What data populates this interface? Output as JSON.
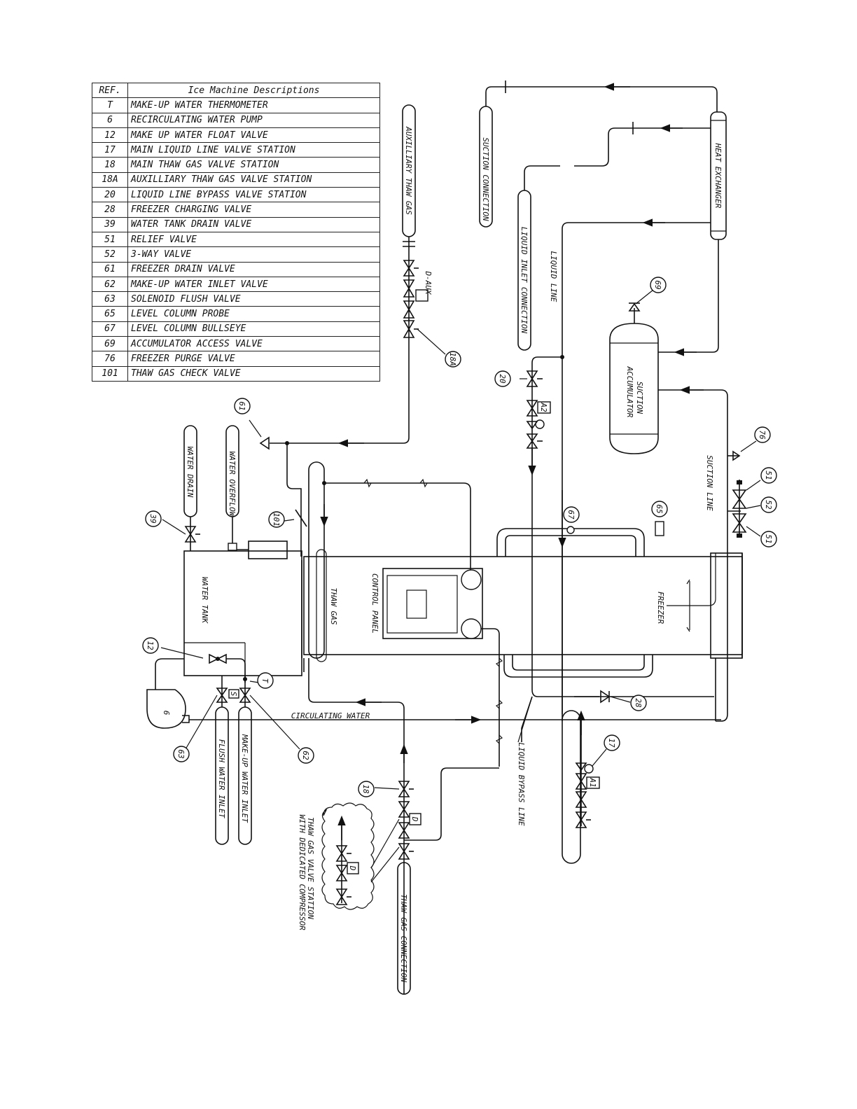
{
  "legend": {
    "header_ref": "REF.",
    "header_desc": "Ice Machine Descriptions",
    "rows": [
      {
        "ref": "T",
        "desc": "MAKE-UP WATER THERMOMETER"
      },
      {
        "ref": "6",
        "desc": "RECIRCULATING WATER PUMP"
      },
      {
        "ref": "12",
        "desc": "MAKE UP WATER FLOAT VALVE"
      },
      {
        "ref": "17",
        "desc": "MAIN LIQUID LINE VALVE STATION"
      },
      {
        "ref": "18",
        "desc": "MAIN THAW GAS VALVE STATION"
      },
      {
        "ref": "18A",
        "desc": "AUXILLIARY THAW GAS VALVE STATION"
      },
      {
        "ref": "20",
        "desc": "LIQUID LINE BYPASS VALVE STATION"
      },
      {
        "ref": "28",
        "desc": "FREEZER CHARGING VALVE"
      },
      {
        "ref": "39",
        "desc": "WATER TANK DRAIN VALVE"
      },
      {
        "ref": "51",
        "desc": "RELIEF VALVE"
      },
      {
        "ref": "52",
        "desc": "3-WAY VALVE"
      },
      {
        "ref": "61",
        "desc": "FREEZER DRAIN VALVE"
      },
      {
        "ref": "62",
        "desc": "MAKE-UP WATER INLET VALVE"
      },
      {
        "ref": "63",
        "desc": "SOLENOID FLUSH VALVE"
      },
      {
        "ref": "65",
        "desc": "LEVEL COLUMN PROBE"
      },
      {
        "ref": "67",
        "desc": "LEVEL COLUMN BULLSEYE"
      },
      {
        "ref": "69",
        "desc": "ACCUMULATOR ACCESS VALVE"
      },
      {
        "ref": "76",
        "desc": "FREEZER PURGE VALVE"
      },
      {
        "ref": "101",
        "desc": "THAW GAS CHECK VALVE"
      }
    ]
  },
  "diagram": {
    "labels": {
      "auxiliary_thaw_gas": "AUXILLIARY THAW GAS",
      "suction_connection": "SUCTION CONNECTION",
      "liquid_inlet_connection": "LIQUID INLET CONNECTION",
      "liquid_line": "LIQUID LINE",
      "heat_exchanger": "HEAT EXCHANGER",
      "suction_accumulator_1": "SUCTION",
      "suction_accumulator_2": "ACCUMULATOR",
      "suction_line": "SUCTION LINE",
      "water_drain": "WATER DRAIN",
      "water_overflow": "WATER OVERFLOW",
      "water_tank": "WATER TANK",
      "thaw_gas": "THAW GAS",
      "control_panel": "CONTROL PANEL",
      "freezer": "FREEZER",
      "circulating_water": "CIRCULATING WATER",
      "flush_water_inlet": "FLUSH WATER INLET",
      "make_up_water_inlet": "MAKE-UP WATER INLET",
      "liquid_bypass_line": "LIQUID BYPASS LINE",
      "thaw_gas_connection": "THAW GAS CONNECTION",
      "dedicated_1": "THAW GAS VALVE STATION",
      "dedicated_2": "WITH DEDICATED COMPRESSOR",
      "d_aux": "D-AUX",
      "sol_a1": "A1",
      "sol_a2": "A2",
      "sol_d": "D",
      "sol_s": "S"
    },
    "callouts": {
      "c18a": "18A",
      "c69": "69",
      "c20": "20",
      "c61": "61",
      "c76": "76",
      "c51a": "51",
      "c52": "52",
      "c51b": "51",
      "c65": "65",
      "c67": "67",
      "c101": "101",
      "c39": "39",
      "c12": "12",
      "cT": "T",
      "c28": "28",
      "c17": "17",
      "c63": "63",
      "c62": "62",
      "c18": "18",
      "c6": "6"
    }
  }
}
